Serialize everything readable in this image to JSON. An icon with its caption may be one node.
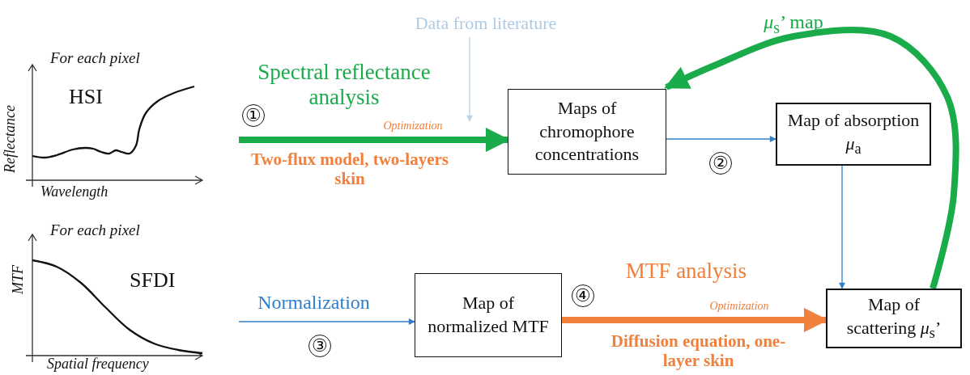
{
  "diagram": {
    "nodes": [
      {
        "text": [
          "For each pixel",
          "HSI",
          "Reflectance",
          "Wavelength"
        ]
      },
      {
        "text": [
          "For each pixel",
          "MTF",
          "SFDI",
          "Spatial frequency"
        ]
      },
      {
        "text": [
          "Data from literature"
        ]
      },
      {
        "text": [
          "Maps of chromophore concentrations"
        ]
      },
      {
        "text": [
          "Map of absorption *μ*$_{a}$"
        ]
      },
      {
        "text": [
          "Map of normalized MTF"
        ]
      },
      {
        "text": [
          "Map of scattering *μ*$_{s}$’"
        ]
      }
    ],
    "edges": [
      {
        "from": 0,
        "to": 3,
        "arrow": "to",
        "style": "thick",
        "color": "#1aab4b"
      },
      {
        "from": 2,
        "to": null,
        "arrow": "to",
        "color": "#b8d4ec"
      },
      {
        "from": 3,
        "to": 4,
        "arrow": "to"
      },
      {
        "from": 4,
        "to": 6,
        "arrow": "to"
      },
      {
        "from": 6,
        "to": 3,
        "arrow": "to",
        "style": "thick",
        "color": "#1aab4b"
      },
      {
        "from": 1,
        "to": 5,
        "arrow": "to"
      },
      {
        "from": 5,
        "to": 6,
        "arrow": "to",
        "style": "thick",
        "color": "#f0803c"
      }
    ],
    "labels": [
      "Spectral reflectance analysis",
      "①",
      "Optimization",
      "Two-flux model, two-layers skin",
      "*μ*$_{s}$’ map",
      "②",
      "Normalization",
      "③",
      "④",
      "MTF analysis",
      "Optimization",
      "Diffusion equation, one-layer skin"
    ]
  }
}
